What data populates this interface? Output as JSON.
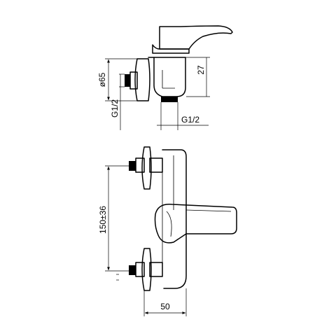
{
  "dimensions": {
    "outer_diameter": "ø65",
    "inlet_thread": "G1/2",
    "outlet_height": "27",
    "outlet_thread": "G1/2",
    "inlet_spacing": "150±36",
    "depth": "50"
  }
}
